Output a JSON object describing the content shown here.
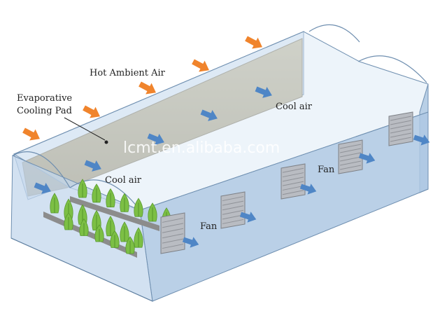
{
  "labels": {
    "hot_ambient_air": "Hot Ambient Air",
    "evaporative_line1": "Evaporative",
    "evaporative_line2": "Cooling Pad",
    "cool_air_top": "Cool air",
    "cool_air_left": "Cool air",
    "fan_right": "Fan",
    "fan_mid": "Fan"
  },
  "watermark": "lcmt.en.alibaba.com",
  "colors": {
    "hot_arrow": "#f0842c",
    "cool_arrow": "#4f86c6",
    "pad": "#b7ad91",
    "glass": "#bcd3ea",
    "fan_panel": "#b9bcc2",
    "plant": "#7cbf45",
    "bench": "#8c8c8c"
  },
  "icons": {
    "hot_arrow": "arrow-right-icon",
    "cool_arrow": "arrow-right-icon",
    "fan": "exhaust-fan-icon",
    "plant": "plant-icon"
  }
}
